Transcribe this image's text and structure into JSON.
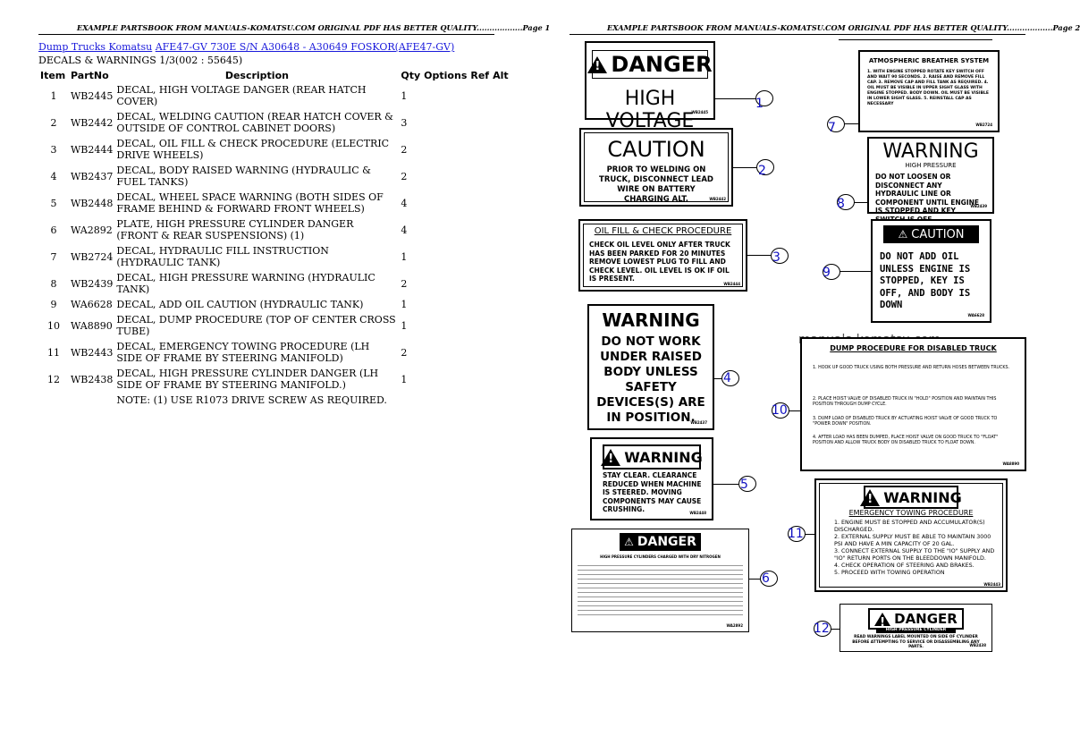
{
  "header": {
    "left": "EXAMPLE PARTSBOOK FROM MANUALS-KOMATSU.COM ORIGINAL PDF HAS BETTER QUALITY..................Page 1",
    "right": "EXAMPLE PARTSBOOK FROM MANUALS-KOMATSU.COM ORIGINAL PDF HAS BETTER QUALITY..................Page 2"
  },
  "breadcrumb": {
    "link1": "Dump Trucks Komatsu",
    "link2": "AFE47-GV 730E S/N A30648 - A30649 FOSKOR(AFE47-GV)"
  },
  "subtitle": "DECALS & WARNINGS 1/3(002 : 55645)",
  "columns": [
    "Item",
    "PartNo",
    "Description",
    "Qty",
    "Options",
    "Ref",
    "Alt"
  ],
  "rows": [
    {
      "item": "1",
      "part": "WB2445",
      "desc": "DECAL, HIGH VOLTAGE DANGER (REAR HATCH COVER)",
      "qty": "1"
    },
    {
      "item": "2",
      "part": "WB2442",
      "desc": "DECAL, WELDING CAUTION (REAR HATCH COVER & OUTSIDE OF CONTROL CABINET DOORS)",
      "qty": "3"
    },
    {
      "item": "3",
      "part": "WB2444",
      "desc": "DECAL, OIL FILL & CHECK PROCEDURE (ELECTRIC DRIVE WHEELS)",
      "qty": "2"
    },
    {
      "item": "4",
      "part": "WB2437",
      "desc": "DECAL, BODY RAISED WARNING (HYDRAULIC & FUEL TANKS)",
      "qty": "2"
    },
    {
      "item": "5",
      "part": "WB2448",
      "desc": "DECAL, WHEEL SPACE WARNING (BOTH SIDES OF FRAME BEHIND & FORWARD FRONT WHEELS)",
      "qty": "4"
    },
    {
      "item": "6",
      "part": "WA2892",
      "desc": "PLATE, HIGH PRESSURE CYLINDER DANGER (FRONT & REAR SUSPENSIONS) (1)",
      "qty": "4"
    },
    {
      "item": "7",
      "part": "WB2724",
      "desc": "DECAL, HYDRAULIC FILL INSTRUCTION (HYDRAULIC TANK)",
      "qty": "1"
    },
    {
      "item": "8",
      "part": "WB2439",
      "desc": "DECAL, HIGH PRESSURE WARNING (HYDRAULIC TANK)",
      "qty": "2"
    },
    {
      "item": "9",
      "part": "WA6628",
      "desc": "DECAL, ADD OIL CAUTION (HYDRAULIC TANK)",
      "qty": "1"
    },
    {
      "item": "10",
      "part": "WA8890",
      "desc": "DECAL, DUMP PROCEDURE (TOP OF CENTER CROSS TUBE)",
      "qty": "1"
    },
    {
      "item": "11",
      "part": "WB2443",
      "desc": "DECAL, EMERGENCY TOWING PROCEDURE (LH SIDE OF FRAME BY STEERING MANIFOLD)",
      "qty": "2"
    },
    {
      "item": "12",
      "part": "WB2438",
      "desc": "DECAL, HIGH PRESSURE CYLINDER DANGER (LH SIDE OF FRAME BY STEERING MANIFOLD.)",
      "qty": "1"
    }
  ],
  "note": "NOTE: (1) USE R1073 DRIVE SCREW AS REQUIRED.",
  "watermark": "manuals-komatsu.com",
  "decals": {
    "d1": {
      "title": "DANGER",
      "body": "HIGH VOLTAGE",
      "code": "WB2445",
      "num": "1"
    },
    "d2": {
      "title": "CAUTION",
      "body": "PRIOR TO WELDING ON TRUCK, DISCONNECT LEAD WIRE ON BATTERY CHARGING ALT.",
      "code": "WB2442",
      "num": "2"
    },
    "d3": {
      "title": "OIL FILL & CHECK PROCEDURE",
      "body": "CHECK OIL LEVEL ONLY AFTER TRUCK HAS BEEN PARKED FOR 20 MINUTES REMOVE LOWEST PLUG TO FILL AND CHECK LEVEL. OIL LEVEL IS OK IF OIL IS PRESENT.",
      "code": "WB2444",
      "num": "3"
    },
    "d4": {
      "title": "WARNING",
      "body": "DO NOT WORK UNDER RAISED BODY UNLESS SAFETY DEVICES(S) ARE IN POSITION.",
      "code": "WB2437",
      "num": "4"
    },
    "d5": {
      "title": "WARNING",
      "body": "STAY CLEAR. CLEARANCE REDUCED WHEN MACHINE IS STEERED. MOVING COMPONENTS MAY CAUSE CRUSHING.",
      "code": "WB2448",
      "num": "5"
    },
    "d6": {
      "title": "DANGER",
      "body": "HIGH PRESSURE CYLINDERS CHARGED WITH DRY NITROGEN",
      "code": "WA2892",
      "num": "6"
    },
    "d7": {
      "title": "ATMOSPHERIC BREATHER SYSTEM",
      "body": "1. WITH ENGINE STOPPED ROTATE KEY SWITCH OFF AND WAIT 90 SECONDS. 2. RAISE AND REMOVE FILL CAP. 3. REMOVE CAP AND FILL TANK AS REQUIRED. 4. OIL MUST BE VISIBLE IN UPPER SIGHT GLASS WITH ENGINE STOPPED. BODY DOWN. OIL MUST BE VISIBLE IN LOWER SIGHT GLASS. 5. REINSTALL CAP AS NECESSARY",
      "code": "WB2724",
      "num": "7"
    },
    "d8": {
      "title": "WARNING",
      "sub": "HIGH PRESSURE",
      "body": "DO NOT LOOSEN OR DISCONNECT ANY HYDRAULIC LINE OR COMPONENT UNTIL ENGINE IS STOPPED AND KEY SWITCH IS OFF",
      "code": "WB2439",
      "num": "8"
    },
    "d9": {
      "title": "CAUTION",
      "body": "DO NOT ADD OIL UNLESS ENGINE IS STOPPED, KEY IS OFF, AND BODY IS DOWN",
      "code": "WA6628",
      "num": "9"
    },
    "d10": {
      "title": "DUMP PROCEDURE FOR DISABLED TRUCK",
      "body1": "1. HOOK UP GOOD TRUCK USING BOTH PRESSURE AND RETURN HOSES BETWEEN TRUCKS.",
      "body2": "2. PLACE HOIST VALVE OF DISABLED TRUCK IN \"HOLD\" POSITION AND MAINTAIN THIS POSITION THROUGH DUMP CYCLE.",
      "body3": "3. DUMP LOAD OF DISABLED TRUCK BY ACTUATING HOIST VALVE OF GOOD TRUCK TO \"POWER DOWN\" POSITION.",
      "body4": "4. AFTER LOAD HAS BEEN DUMPED, PLACE HOIST VALVE ON GOOD TRUCK TO \"FLOAT\" POSITION AND ALLOW TRUCK BODY ON DISABLED TRUCK TO FLOAT DOWN.",
      "code": "WA8890",
      "num": "10"
    },
    "d11": {
      "title": "WARNING",
      "sub": "EMERGENCY TOWING PROCEDURE",
      "body1": "1. ENGINE MUST BE STOPPED AND ACCUMULATOR(S) DISCHARGED.",
      "body2": "2. EXTERNAL SUPPLY MUST BE ABLE TO MAINTAIN 3000 PSI AND HAVE A MIN CAPACITY OF 20 GAL.",
      "body3": "3. CONNECT EXTERNAL SUPPLY TO THE \"IO\" SUPPLY AND \"IO\" RETURN PORTS ON THE BLEEDDOWN MANIFOLD.",
      "body4": "4. CHECK OPERATION OF STEERING AND BRAKES.",
      "body5": "5. PROCEED WITH TOWING OPERATION",
      "code": "WB2443",
      "num": "11"
    },
    "d12": {
      "title": "DANGER",
      "sub": "HIGH PRESSURE CYLINDER",
      "body": "READ WARNINGS LABEL MOUNTED ON SIDE OF CYLINDER BEFORE ATTEMPTING TO SERVICE OR DISASSEMBLING ANY PARTS.",
      "code": "WB2438",
      "num": "12"
    }
  }
}
